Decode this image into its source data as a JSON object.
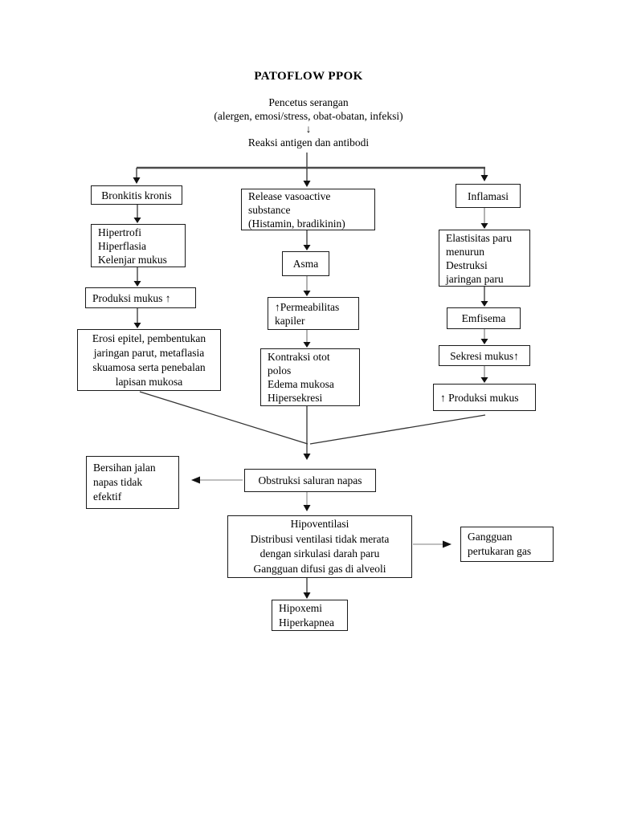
{
  "title": "PATOFLOW PPOK",
  "intro": {
    "trigger": "Pencetus serangan",
    "trigger_detail": "(alergen, emosi/stress, obat-obatan, infeksi)",
    "arrow_glyph": "↓",
    "reaction": "Reaksi antigen dan antibodi"
  },
  "left_branch": {
    "box1": "Bronkitis kronis",
    "box2": "Hipertrofi\nHiperflasia\nKelenjar mukus",
    "box3": "Produksi mukus ↑",
    "box4": "Erosi epitel, pembentukan\njaringan parut, metaflasia\nskuamosa serta penebalan\nlapisan mukosa"
  },
  "middle_branch": {
    "box1": "Release vasoactive\nsubstance\n(Histamin, bradikinin)",
    "box2": "Asma",
    "box3": "↑Permeabilitas\nkapiler",
    "box4": "Kontraksi otot\npolos\nEdema mukosa\nHipersekresi"
  },
  "right_branch": {
    "box1": "Inflamasi",
    "box2": "Elastisitas paru\nmenurun\nDestruksi\njaringan paru",
    "box3": "Emfisema",
    "box4": "Sekresi mukus↑",
    "box5": "↑ Produksi mukus"
  },
  "outcome": {
    "airway_clearance": "Bersihan jalan\nnapas tidak\nefektif",
    "obstruction": "Obstruksi saluran napas",
    "hypoventilation": "Hipoventilasi\nDistribusi ventilasi tidak merata\ndengan sirkulasi darah paru\nGangguan difusi gas di alveoli",
    "gas_exchange": "Gangguan\npertukaran gas",
    "hypoxemia": "Hipoxemi\nHiperkapnea"
  },
  "colors": {
    "background": "#ffffff",
    "text": "#000000",
    "box_border": "#1a1a1a",
    "connector_line": "#333333",
    "branch_line": "#4a4a4a",
    "light_line": "#999999"
  }
}
